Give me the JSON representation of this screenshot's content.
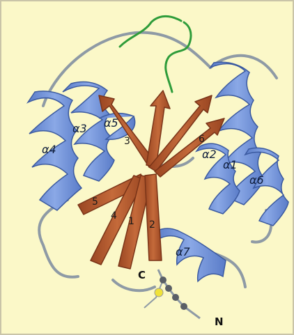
{
  "figure": {
    "helices": [
      {
        "id": "helix-a1",
        "label": "α1"
      },
      {
        "id": "helix-a2",
        "label": "α2"
      },
      {
        "id": "helix-a3",
        "label": "α3"
      },
      {
        "id": "helix-a4",
        "label": "α4"
      },
      {
        "id": "helix-a5",
        "label": "α5"
      },
      {
        "id": "helix-a6",
        "label": "α6"
      },
      {
        "id": "helix-a7",
        "label": "α7"
      }
    ],
    "strands": [
      {
        "id": "strand-1",
        "label": "1"
      },
      {
        "id": "strand-2",
        "label": "2"
      },
      {
        "id": "strand-3",
        "label": "3"
      },
      {
        "id": "strand-4",
        "label": "4"
      },
      {
        "id": "strand-5",
        "label": "5"
      },
      {
        "id": "strand-6",
        "label": "6"
      }
    ],
    "termini": {
      "c": "C",
      "n": "N"
    },
    "colors": {
      "background": "#fbf8c8",
      "helix": "#6d8fd6",
      "helix_shadow": "#4f6fb8",
      "strand": "#b0592e",
      "strand_dark": "#8c4020",
      "loop": "#8e9aa5",
      "active_loop": "#2e9c3a",
      "disulfide_atom": "#f0e238",
      "backbone_atom": "#5a5f66"
    }
  }
}
